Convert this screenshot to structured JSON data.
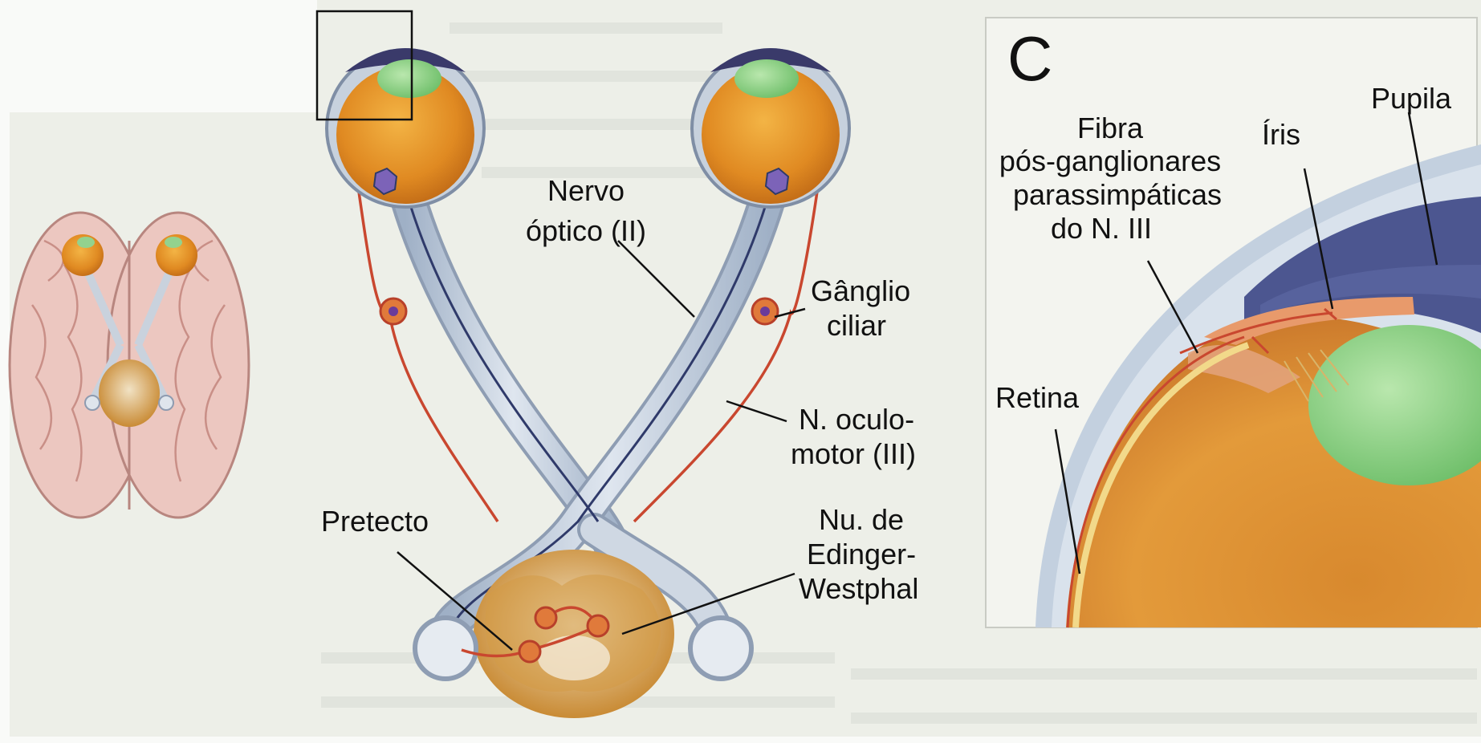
{
  "panel_c": {
    "letter": "C",
    "labels": {
      "fibra_line1": "Fibra",
      "fibra_line2": "pós-ganglionares",
      "fibra_line3": "parassimpáticas",
      "fibra_line4": "do N. III",
      "iris": "Íris",
      "pupila": "Pupila",
      "retina": "Retina"
    }
  },
  "pathway": {
    "labels": {
      "nervo_optico_line1": "Nervo",
      "nervo_optico_line2": "óptico (II)",
      "ganglio_line1": "Gânglio",
      "ganglio_line2": "ciliar",
      "oculomotor_line1": "N. oculo-",
      "oculomotor_line2": "motor (III)",
      "pretecto": "Pretecto",
      "edinger_line1": "Nu. de",
      "edinger_line2": "Edinger-",
      "edinger_line3": "Westphal"
    }
  },
  "colors": {
    "background": "#edefe8",
    "eyeball": "#e29327",
    "nerve": "#b9c5d6",
    "oculomotor_fiber": "#c9472f",
    "lens": "#93d28e",
    "brain": "#ecc7c0",
    "midbrain": "#d49a45"
  }
}
